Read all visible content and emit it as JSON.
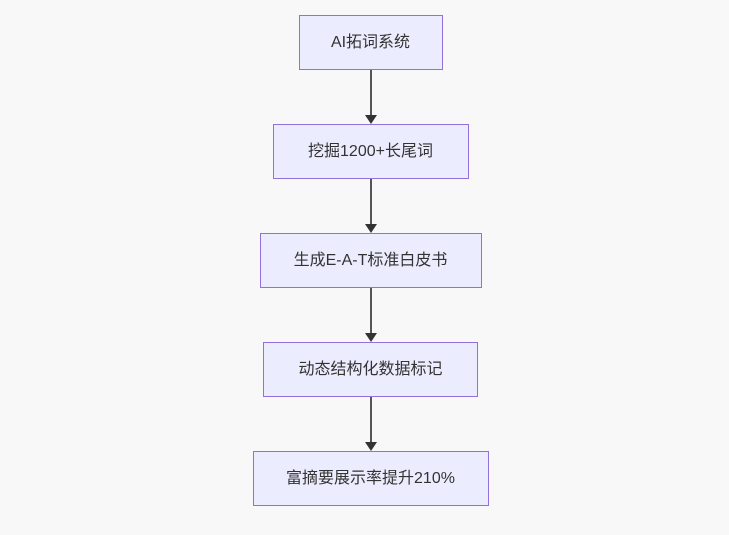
{
  "flowchart": {
    "type": "flowchart",
    "direction": "top-to-bottom",
    "nodes": [
      {
        "label": "AI拓词系统"
      },
      {
        "label": "挖掘1200+长尾词"
      },
      {
        "label": "生成E-A-T标准白皮书"
      },
      {
        "label": "动态结构化数据标记"
      },
      {
        "label": "富摘要展示率提升210%"
      }
    ],
    "edges": [
      {
        "from": 0,
        "to": 1,
        "style": "solid-arrow-down"
      },
      {
        "from": 1,
        "to": 2,
        "style": "solid-arrow-down"
      },
      {
        "from": 2,
        "to": 3,
        "style": "solid-arrow-down"
      },
      {
        "from": 3,
        "to": 4,
        "style": "solid-arrow-down"
      }
    ],
    "colors": {
      "background": "#f8f8f8",
      "node_fill": "#ececff",
      "node_border": "#9370db",
      "node_text": "#333333",
      "arrow_line": "#555555",
      "arrow_head": "#333333"
    }
  }
}
